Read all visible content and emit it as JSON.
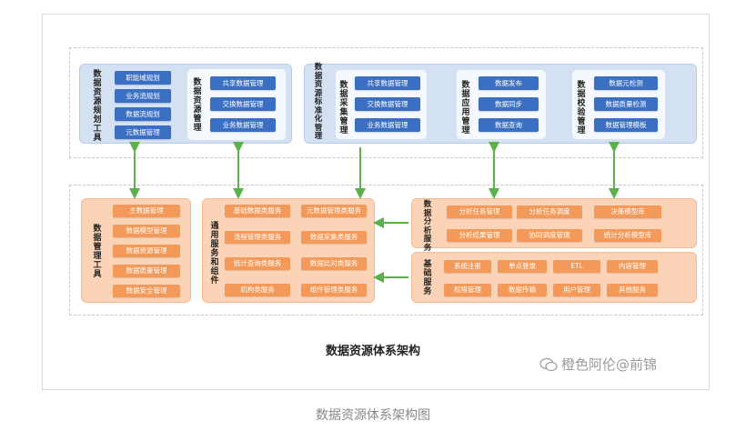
{
  "top": {
    "planning": {
      "label": "数据资源规划工具",
      "items": [
        "职能域规划",
        "业务流规划",
        "数据流规划",
        "元数据管理"
      ]
    },
    "resource_mgmt": {
      "label": "数据资源管理",
      "items": [
        "共享数据管理",
        "交换数据管理",
        "业务数据管理"
      ]
    },
    "standardization": {
      "label": "数据资源标准化管理",
      "collect": {
        "label": "数据采集管理",
        "items": [
          "共享数据管理",
          "交换数据管理",
          "业务数据管理"
        ]
      },
      "application": {
        "label": "数据应用管理",
        "items": [
          "数据发布",
          "数据同步",
          "数据查询"
        ]
      },
      "verification": {
        "label": "数据校验管理",
        "items": [
          "数据元检测",
          "数据质量检测",
          "数据管理模板"
        ]
      }
    }
  },
  "bottom": {
    "tools": {
      "label": "数据管理工具",
      "items": [
        "主数据管理",
        "数据模型管理",
        "数据资源管理",
        "数据质量管理",
        "数据安全管理"
      ]
    },
    "services": {
      "label": "通用服务和组件",
      "items": [
        "基础数据类服务",
        "元数据管理类服务",
        "流程管理类服务",
        "数据采集类服务",
        "统计查询类服务",
        "数据比对类服务",
        "机构类服务",
        "组件管理类服务"
      ]
    },
    "analysis": {
      "label": "数据分析服务",
      "items": [
        "分析任务管理",
        "分析任务调度",
        "决策模型库",
        "分析结果管理",
        "协同调度管理",
        "统计分析模型库"
      ]
    },
    "base": {
      "label": "基础服务",
      "items": [
        "系统注册",
        "单点登录",
        "ETL",
        "内容管理",
        "权限管理",
        "数据传输",
        "用户管理",
        "其他服务"
      ]
    }
  },
  "diagram_title": "数据资源体系架构",
  "watermark": "橙色阿伦@前锦",
  "caption": "数据资源体系架构图",
  "colors": {
    "blue_button": "#3b6fc4",
    "orange_button": "#f39a5a",
    "arrow": "#5bb14a"
  }
}
